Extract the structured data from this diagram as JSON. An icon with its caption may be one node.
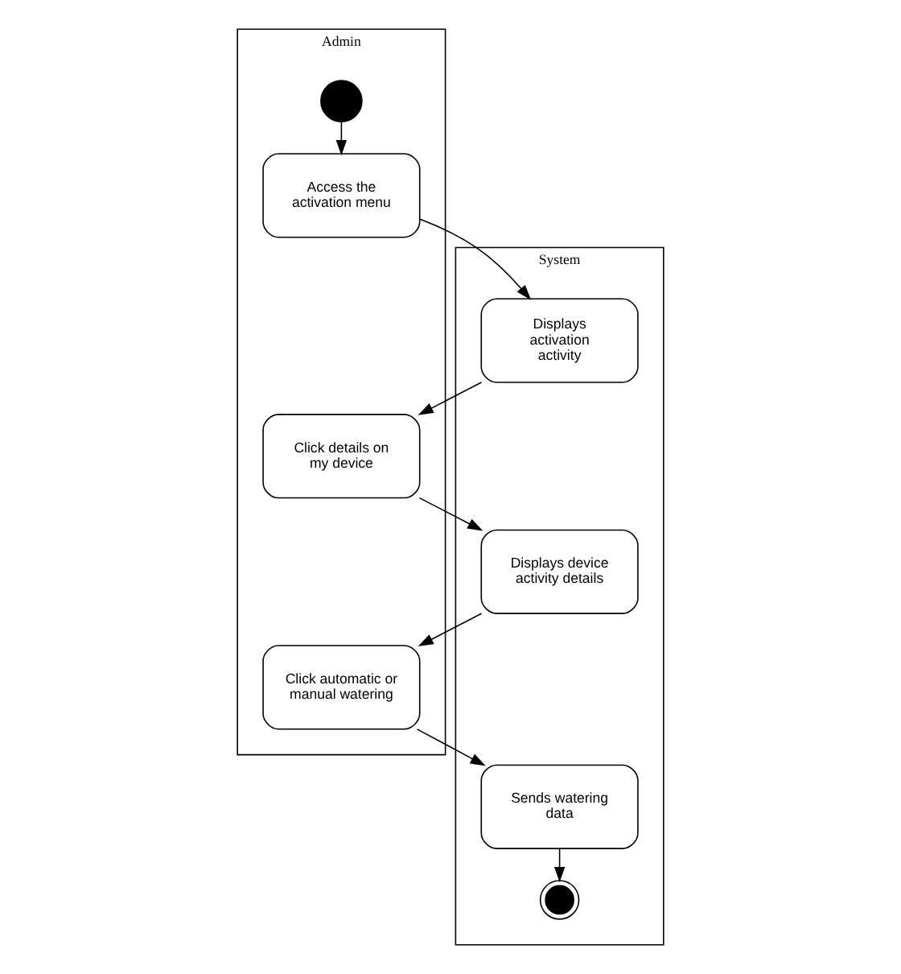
{
  "diagram": {
    "nodes": [
      {
        "text": [
          "Admin"
        ]
      },
      {
        "text": [
          "System"
        ]
      },
      {
        "text": [],
        "shape": "circle",
        "in": 0
      },
      {
        "text": [
          "Access the activation menu"
        ],
        "in": 0
      },
      {
        "text": [
          "Displays activation activity"
        ],
        "in": 1
      },
      {
        "text": [
          "Click details on my device"
        ],
        "in": 0
      },
      {
        "text": [
          "Displays device activity details"
        ],
        "in": 1
      },
      {
        "text": [
          "Click automatic or manual watering"
        ],
        "in": 0
      },
      {
        "text": [
          "Sends watering data"
        ],
        "in": 1
      },
      {
        "text": [],
        "shape": "circle",
        "in": 1
      }
    ],
    "edges": [
      {
        "from": 2,
        "to": 3,
        "arrow": "to"
      },
      {
        "from": 3,
        "to": 4,
        "arrow": "to"
      },
      {
        "from": 4,
        "to": 5,
        "arrow": "to"
      },
      {
        "from": 5,
        "to": 6,
        "arrow": "to"
      },
      {
        "from": 6,
        "to": 7,
        "arrow": "to"
      },
      {
        "from": 7,
        "to": 8,
        "arrow": "to"
      },
      {
        "from": 8,
        "to": 9,
        "arrow": "to"
      }
    ]
  }
}
